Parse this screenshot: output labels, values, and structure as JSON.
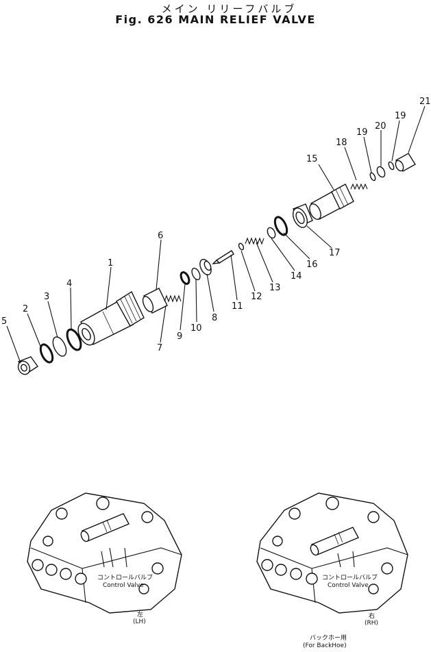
{
  "header": {
    "title_jp": "メイン リリーフバルブ",
    "title_en": "Fig. 626 MAIN RELIEF VALVE"
  },
  "callouts": [
    "1",
    "2",
    "3",
    "4",
    "5",
    "6",
    "7",
    "8",
    "9",
    "10",
    "11",
    "12",
    "13",
    "14",
    "15",
    "16",
    "17",
    "18",
    "19",
    "19",
    "20",
    "21"
  ],
  "insets": {
    "left": {
      "label_jp": "コントロールバルブ",
      "label_en": "Control Valve",
      "side_jp": "左",
      "side_en": "(LH)"
    },
    "right": {
      "label_jp": "コントロールバルブ",
      "label_en": "Control Valve",
      "side_jp": "右",
      "side_en": "(RH)",
      "note_jp": "バックホー用",
      "note_en": "(For BackHoe)"
    }
  }
}
